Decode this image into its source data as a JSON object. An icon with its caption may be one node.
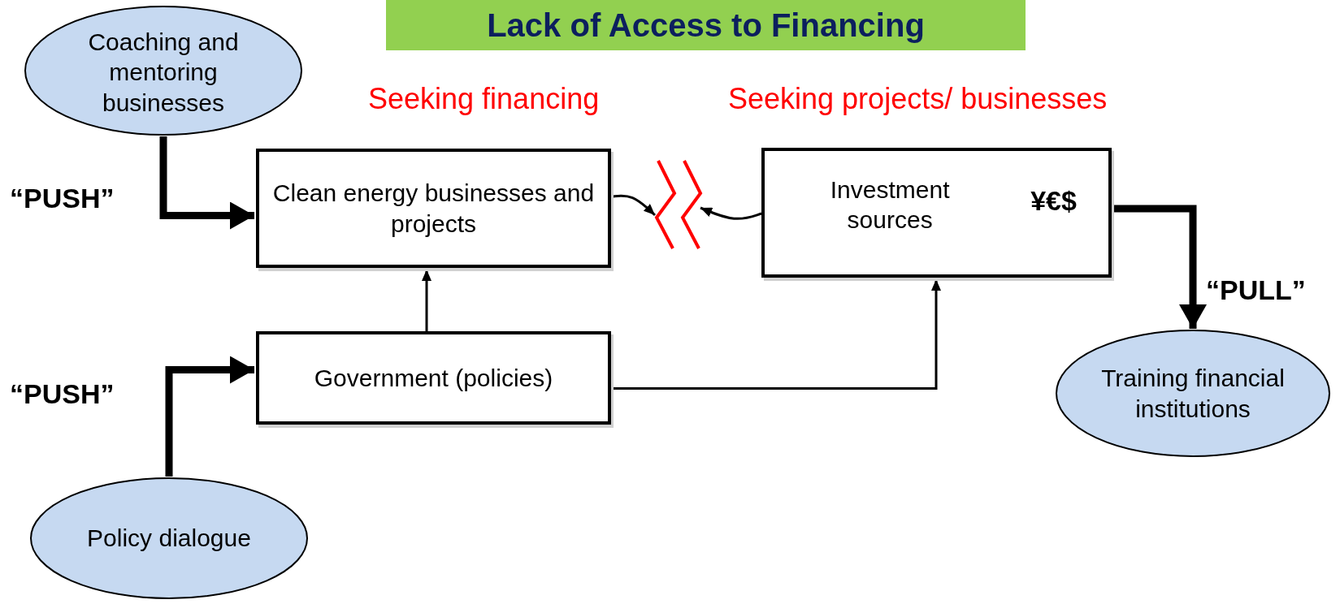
{
  "diagram": {
    "title": "Lack of Access to Financing",
    "nodes": [
      {
        "text": [
          "Coaching and mentoring businesses"
        ]
      },
      {
        "text": [
          "Clean energy businesses and projects"
        ]
      },
      {
        "text": [
          "Investment sources",
          "¥€$"
        ]
      },
      {
        "text": [
          "Government (policies)"
        ]
      },
      {
        "text": [
          "Training financial institutions"
        ]
      },
      {
        "text": [
          "Policy dialogue"
        ]
      },
      {
        "text": [],
        "shape": "zigzag"
      },
      {
        "text": [],
        "shape": "zigzag"
      }
    ],
    "edges": [
      {
        "from": 0,
        "to": 1,
        "arrow": "to",
        "style": "thick"
      },
      {
        "from": 5,
        "to": 3,
        "arrow": "to",
        "style": "thick"
      },
      {
        "from": 3,
        "to": 1,
        "arrow": "to"
      },
      {
        "from": 3,
        "to": 2,
        "arrow": "to"
      },
      {
        "from": 2,
        "to": 4,
        "arrow": "to",
        "style": "thick"
      },
      {
        "from": 1,
        "to": 6,
        "arrow": "to"
      },
      {
        "from": 2,
        "to": 7,
        "arrow": "to"
      }
    ],
    "labels": [
      "“PUSH”",
      "Seeking financing",
      "Seeking projects/ businesses",
      "“PUSH”",
      "“PULL”"
    ]
  }
}
